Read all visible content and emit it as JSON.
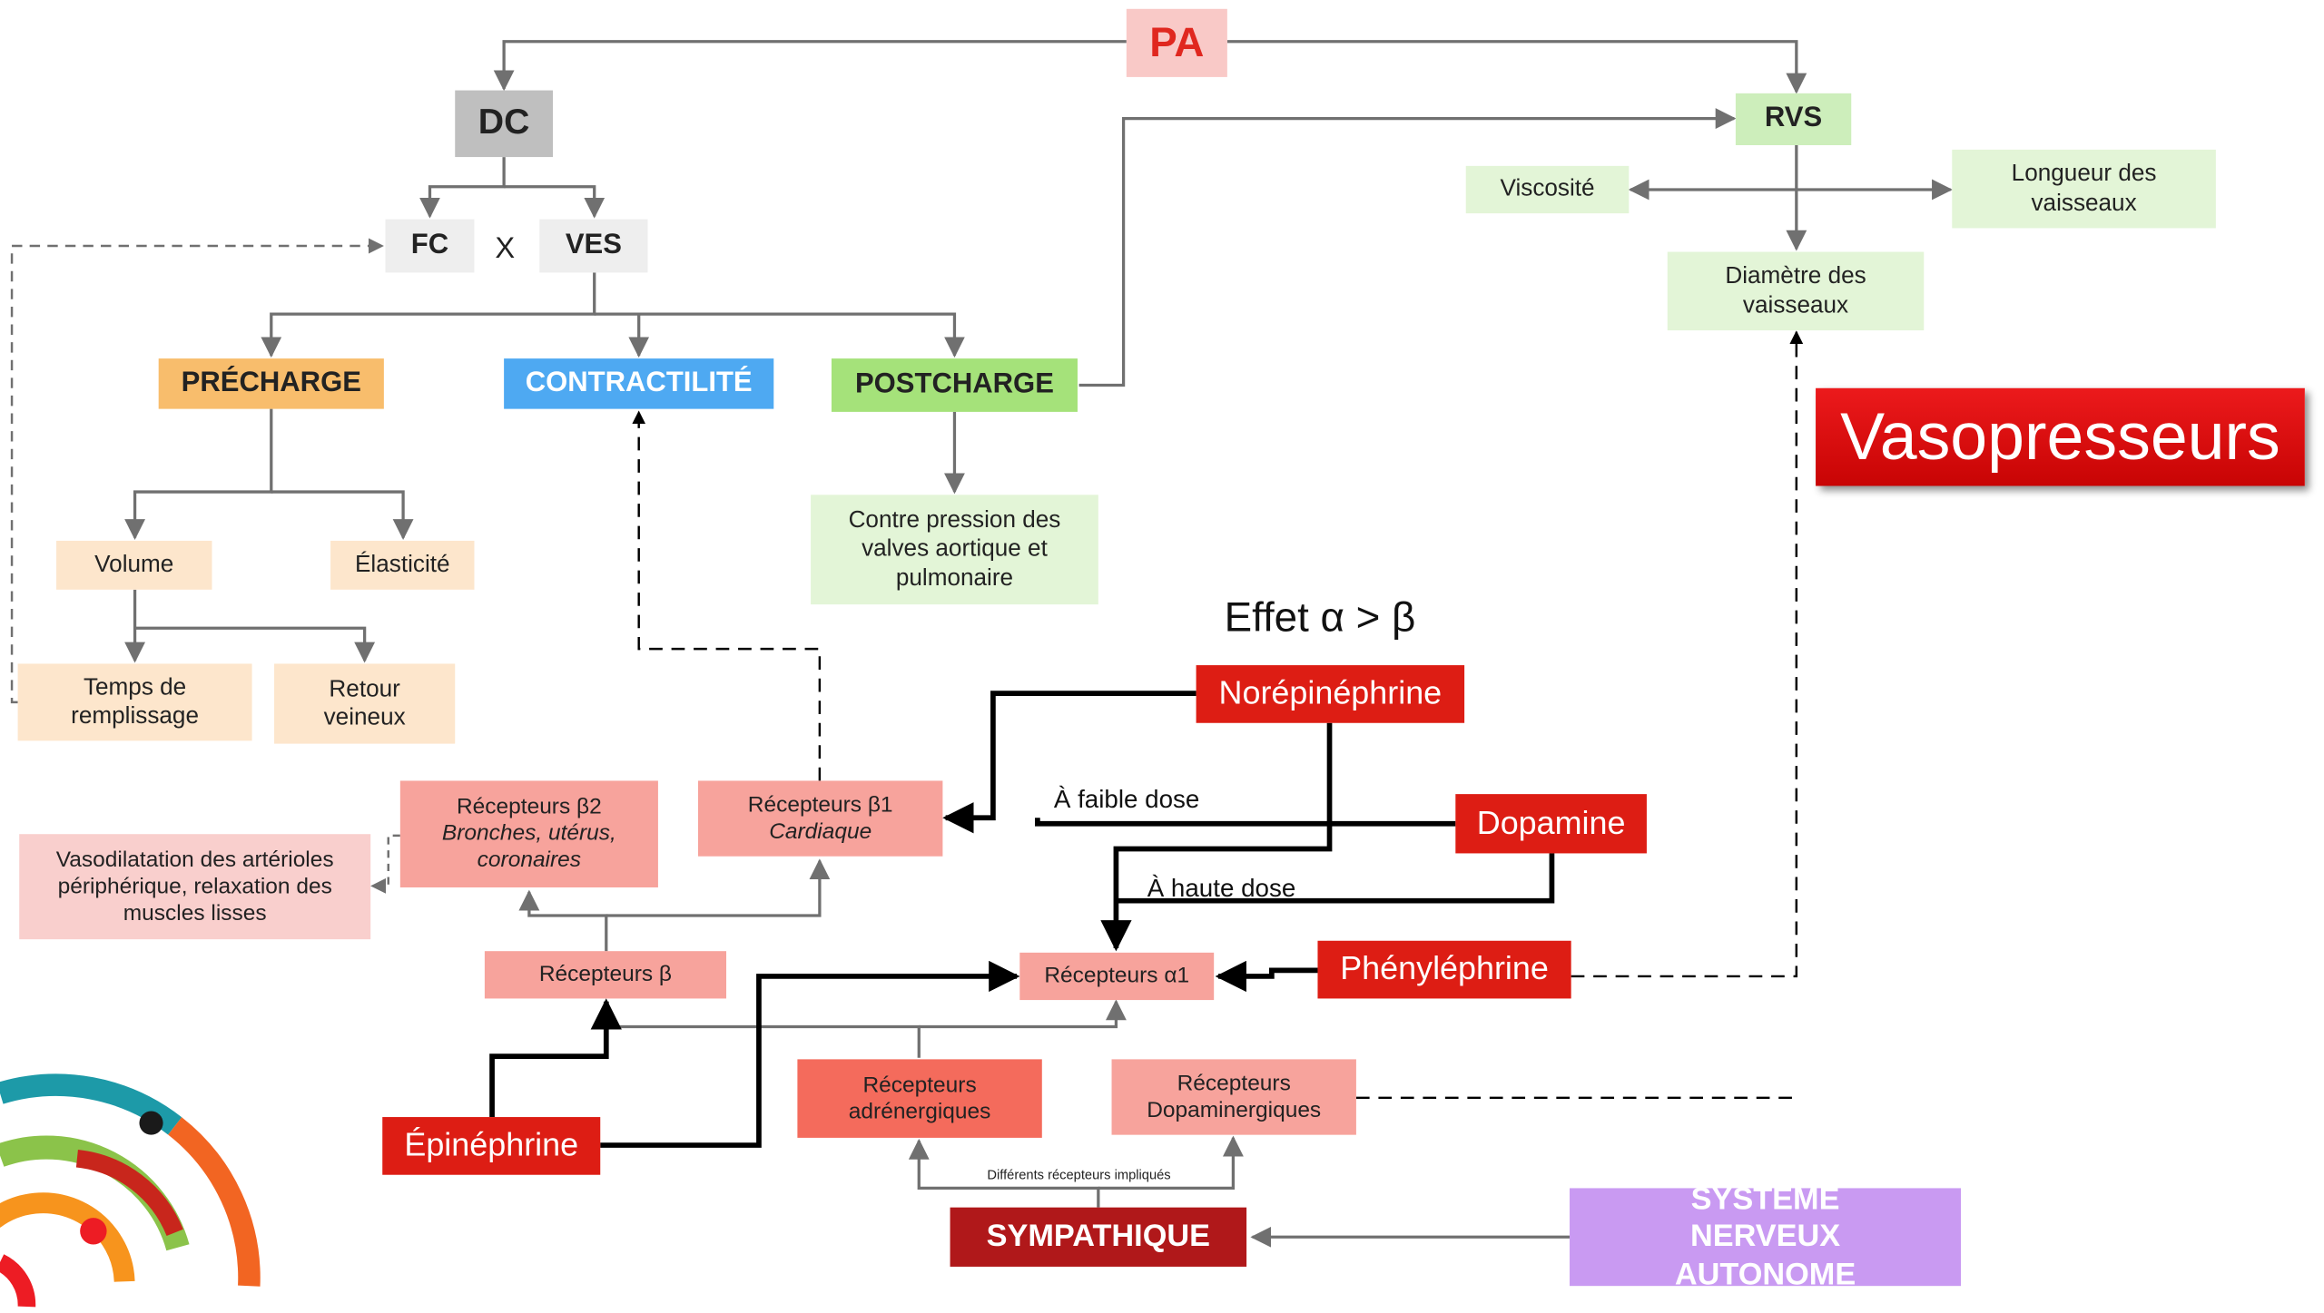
{
  "title_box": {
    "pa": "PA"
  },
  "hemo": {
    "dc": "DC",
    "fc": "FC",
    "times": "X",
    "ves": "VES",
    "rvs": "RVS"
  },
  "determinants": {
    "precharge": "PRÉCHARGE",
    "contractilite": "CONTRACTILITÉ",
    "postcharge": "POSTCHARGE"
  },
  "precharge_items": {
    "volume": "Volume",
    "elasticite": "Élasticité",
    "temps": "Temps de remplissage",
    "retour": "Retour veineux"
  },
  "postcharge_item": "Contre pression des valves aortique et pulmonaire",
  "rvs_items": {
    "viscosite": "Viscosité",
    "longueur": "Longueur des vaisseaux",
    "diametre": "Diamètre des vaisseaux"
  },
  "banner": "Vasopresseurs",
  "effect_label": "Effet α > β",
  "drugs": {
    "norepinephrine": "Norépinéphrine",
    "dopamine": "Dopamine",
    "phenylephrine": "Phényléphrine",
    "epinephrine": "Épinéphrine"
  },
  "dose_labels": {
    "low": "À faible dose",
    "high": "À haute dose"
  },
  "receptors": {
    "b2_title": "Récepteurs β2",
    "b2_sub": "Bronches, utérus, coronaires",
    "b1_title": "Récepteurs β1",
    "b1_sub": "Cardiaque",
    "beta": "Récepteurs β",
    "alpha1": "Récepteurs α1",
    "adrenergic": "Récepteurs adrénergiques",
    "dopaminergic": "Récepteurs Dopaminergiques"
  },
  "vasodilatation": "Vasodilatation des artérioles périphérique, relaxation des muscles lisses",
  "sympathique": "SYMPATHIQUE",
  "different_receptors": "Différents récepteurs impliqués",
  "sna": "SYSTÈME NERVEUX AUTONOME",
  "colors": {
    "pa_bg": "#f9c9c7",
    "pa_text": "#e0271f",
    "gray_dark": "#bfbfbf",
    "gray_light": "#eeeeee",
    "precharge": "#f8bd6c",
    "contractilite": "#4ea9f2",
    "postcharge": "#a5e27a",
    "green_light": "#e3f5d7",
    "orange_light": "#fde6cc",
    "drug_red": "#dd1d14",
    "receptor_salmon": "#f7a39c",
    "receptor_mid": "#f46b5c",
    "pink_light": "#f9cfcd",
    "sympathique": "#b0181a",
    "sna": "#c99af2",
    "banner": "#e0080b",
    "wire_gray": "#707070",
    "wire_black": "#000000"
  }
}
